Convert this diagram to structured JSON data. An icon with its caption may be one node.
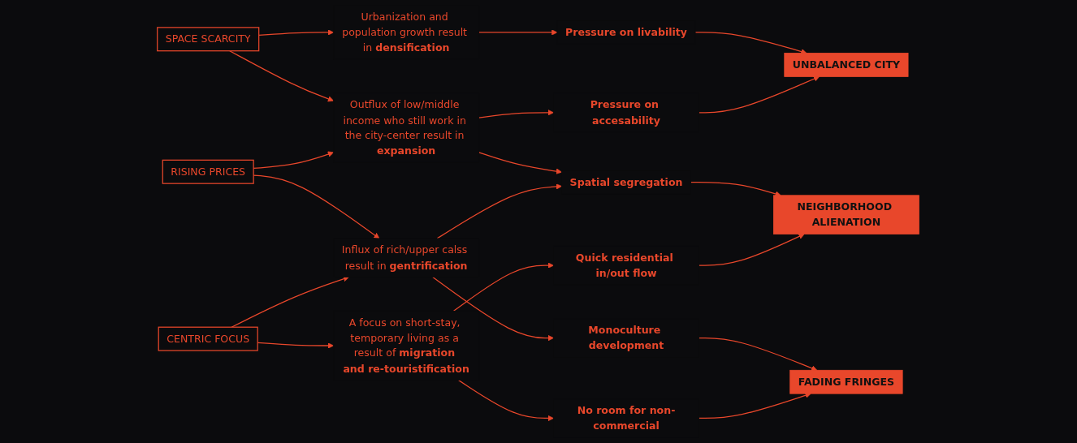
{
  "diagram": {
    "nodes": [
      {
        "text": [
          "SPACE SCARCITY"
        ]
      },
      {
        "text": [
          "RISING PRICES"
        ]
      },
      {
        "text": [
          "CENTRIC FOCUS"
        ]
      },
      {
        "text": [
          "Urbanization and population growth result in **densification**"
        ]
      },
      {
        "text": [
          "Outflux of low/middle income who still work in the city-center result in **expansion**"
        ]
      },
      {
        "text": [
          "Influx of rich/upper calss result in **gentrification**"
        ]
      },
      {
        "text": [
          "A focus on short-stay, temporary living as a result of **migration and re-touristification**"
        ]
      },
      {
        "text": [
          "Pressure on livability"
        ]
      },
      {
        "text": [
          "Pressure on accesability"
        ]
      },
      {
        "text": [
          "Spatial segregation"
        ]
      },
      {
        "text": [
          "Quick residential in/out flow"
        ]
      },
      {
        "text": [
          "Monoculture development"
        ]
      },
      {
        "text": [
          "No room for non-commercial"
        ]
      },
      {
        "text": [
          "UNBALANCED CITY"
        ]
      },
      {
        "text": [
          "NEIGHBORHOOD ALIENATION"
        ]
      },
      {
        "text": [
          "FADING FRINGES"
        ]
      }
    ],
    "edges": [
      {
        "from": 0,
        "to": 3,
        "arrow": "to"
      },
      {
        "from": 0,
        "to": 4,
        "arrow": "to"
      },
      {
        "from": 1,
        "to": 4,
        "arrow": "to"
      },
      {
        "from": 1,
        "to": 5,
        "arrow": "to"
      },
      {
        "from": 2,
        "to": 5,
        "arrow": "to"
      },
      {
        "from": 2,
        "to": 6,
        "arrow": "to"
      },
      {
        "from": 3,
        "to": 7,
        "arrow": "to"
      },
      {
        "from": 4,
        "to": 8,
        "arrow": "to"
      },
      {
        "from": 4,
        "to": 9,
        "arrow": "to"
      },
      {
        "from": 5,
        "to": 9,
        "arrow": "to"
      },
      {
        "from": 5,
        "to": 11,
        "arrow": "to"
      },
      {
        "from": 6,
        "to": 10,
        "arrow": "to"
      },
      {
        "from": 6,
        "to": 12,
        "arrow": "to"
      },
      {
        "from": 7,
        "to": 13,
        "arrow": "to"
      },
      {
        "from": 8,
        "to": 13,
        "arrow": "to"
      },
      {
        "from": 9,
        "to": 14,
        "arrow": "to"
      },
      {
        "from": 10,
        "to": 14,
        "arrow": "to"
      },
      {
        "from": 11,
        "to": 15,
        "arrow": "to"
      },
      {
        "from": 12,
        "to": 15,
        "arrow": "to"
      }
    ]
  }
}
